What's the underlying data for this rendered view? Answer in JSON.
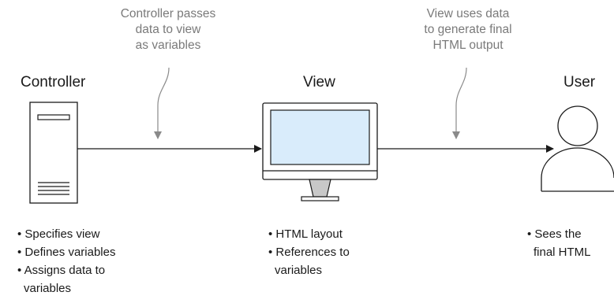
{
  "annotations": {
    "controller_to_view": "Controller passes\ndata to view\nas variables",
    "view_to_user": "View uses data\nto generate final\nHTML output"
  },
  "nodes": {
    "controller": {
      "title": "Controller",
      "icon": "server-icon",
      "bullets": [
        {
          "line1": "• Specifies view"
        },
        {
          "line1": "• Defines variables"
        },
        {
          "line1": "• Assigns data to",
          "line2": "variables"
        }
      ]
    },
    "view": {
      "title": "View",
      "icon": "monitor-icon",
      "bullets": [
        {
          "line1": "• HTML layout"
        },
        {
          "line1": "• References to",
          "line2": "variables"
        }
      ]
    },
    "user": {
      "title": "User",
      "icon": "user-icon",
      "bullets": [
        {
          "line1": "• Sees the",
          "line2": "final HTML"
        }
      ]
    }
  },
  "colors": {
    "line": "#1a1a1a",
    "annotation_text": "#7a7a7a",
    "screen_fill": "#d9ecfb",
    "stand_fill": "#c8c8c8"
  }
}
